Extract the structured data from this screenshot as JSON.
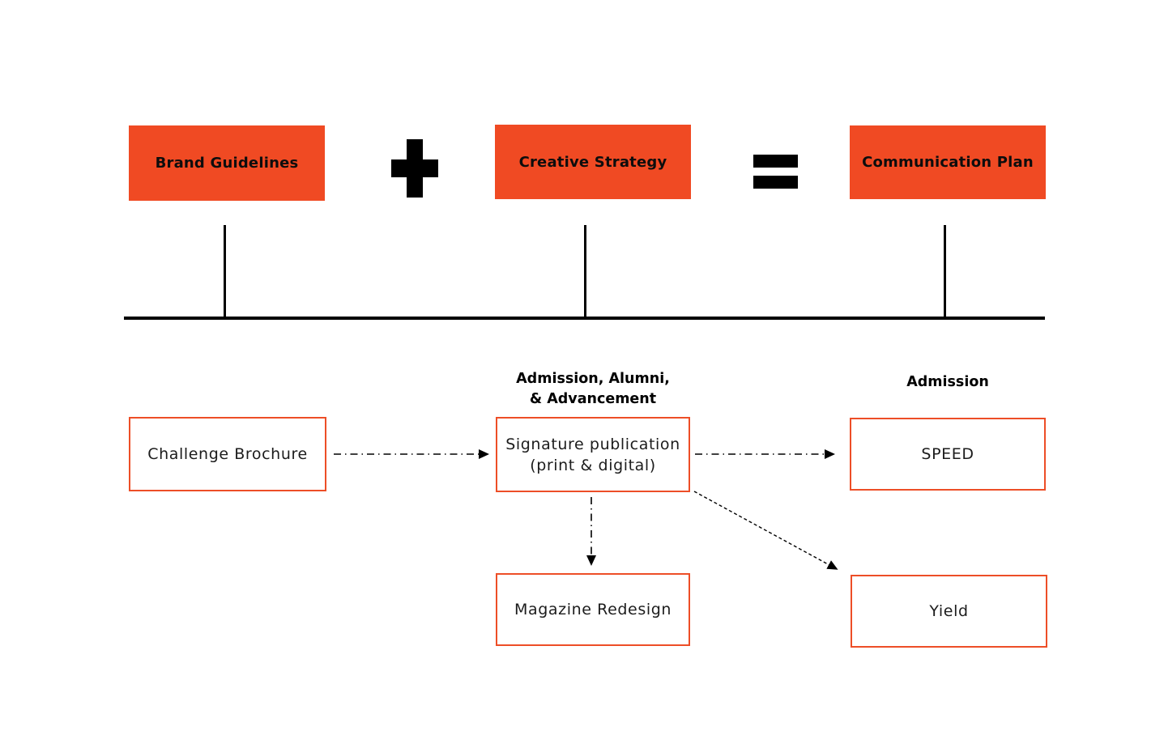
{
  "formula": {
    "brand_guidelines": "Brand Guidelines",
    "plus_symbol": "+",
    "creative_strategy": "Creative Strategy",
    "equals_symbol": "=",
    "communication_plan": "Communication Plan"
  },
  "group_labels": {
    "signature_group_line1": "Admission, Alumni,",
    "signature_group_line2": "& Advancement",
    "speed_group": "Admission"
  },
  "nodes": {
    "challenge_brochure": "Challenge Brochure",
    "signature_publication_line1": "Signature publication",
    "signature_publication_line2": "(print & digital)",
    "speed": "SPEED",
    "magazine_redesign": "Magazine Redesign",
    "yield": "Yield"
  },
  "connections": [
    {
      "from": "challenge_brochure",
      "to": "signature_publication",
      "style": "dash-dot-arrow"
    },
    {
      "from": "signature_publication",
      "to": "speed",
      "style": "dash-dot-arrow"
    },
    {
      "from": "signature_publication",
      "to": "magazine_redesign",
      "style": "dash-dot-arrow"
    },
    {
      "from": "signature_publication",
      "to": "yield",
      "style": "dashed-arrow"
    }
  ],
  "colors": {
    "accent_orange_fill": "#F04A23",
    "node_border_orange": "#ED4E27",
    "line_black": "#000000",
    "text_black": "#111111",
    "background": "#FFFFFF"
  }
}
